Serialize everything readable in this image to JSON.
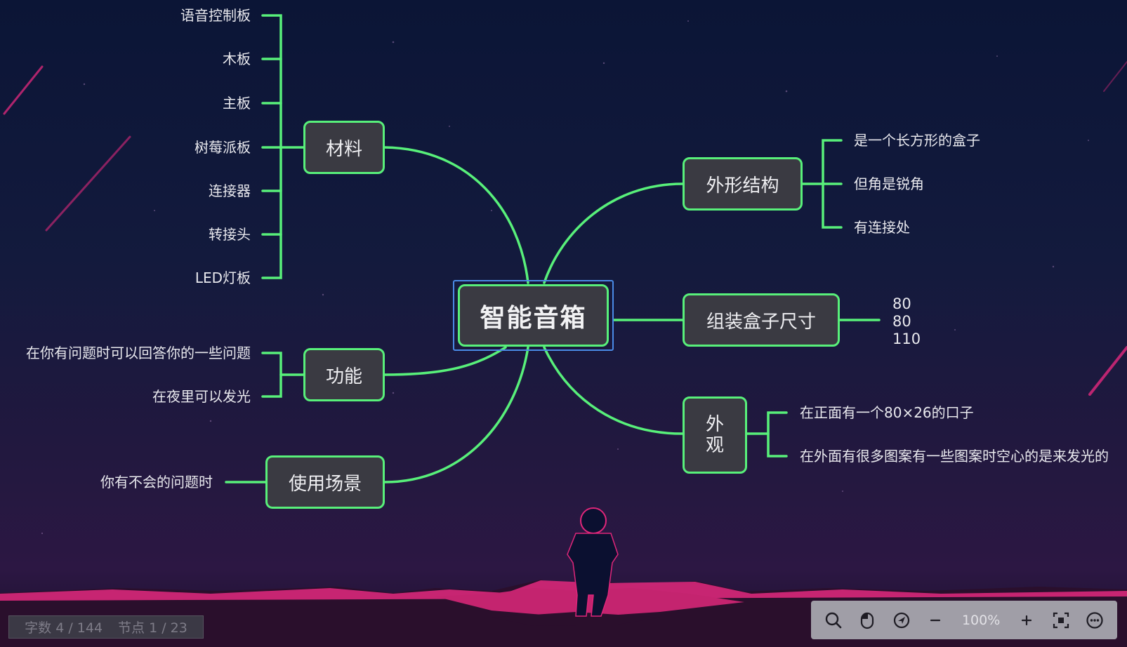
{
  "root": {
    "label": "智能音箱"
  },
  "branches": {
    "materials": {
      "label": "材料",
      "items": [
        "语音控制板",
        "木板",
        "主板",
        "树莓派板",
        "连接器",
        "转接头",
        "LED灯板"
      ]
    },
    "function": {
      "label": "功能",
      "items": [
        "在你有问题时可以回答你的一些问题",
        "在夜里可以发光"
      ]
    },
    "usage": {
      "label": "使用场景",
      "items": [
        "你有不会的问题时"
      ]
    },
    "shape": {
      "label": "外形结构",
      "items": [
        "是一个长方形的盒子",
        "但角是锐角",
        "有连接处"
      ]
    },
    "size": {
      "label": "组装盒子尺寸",
      "values": [
        "80",
        "80",
        "110"
      ]
    },
    "appearance": {
      "label_lines": [
        "外",
        "观"
      ],
      "items": [
        "在正面有一个80×26的口子",
        "在外面有很多图案有一些图案时空心的是来发光的"
      ]
    }
  },
  "statusbar": {
    "word_count": "字数 4 / 144",
    "node_count": "节点 1 / 23"
  },
  "toolbar": {
    "zoom": "100%",
    "icons": [
      "search-icon",
      "mouse-icon",
      "navigate-icon",
      "zoom-out-icon",
      "zoom-in-icon",
      "fit-screen-icon",
      "more-icon"
    ]
  },
  "colors": {
    "branch_line": "#58f07a",
    "node_fill": "#3a3a42",
    "selection": "#4a8ae6",
    "ground": "#e0267a"
  }
}
